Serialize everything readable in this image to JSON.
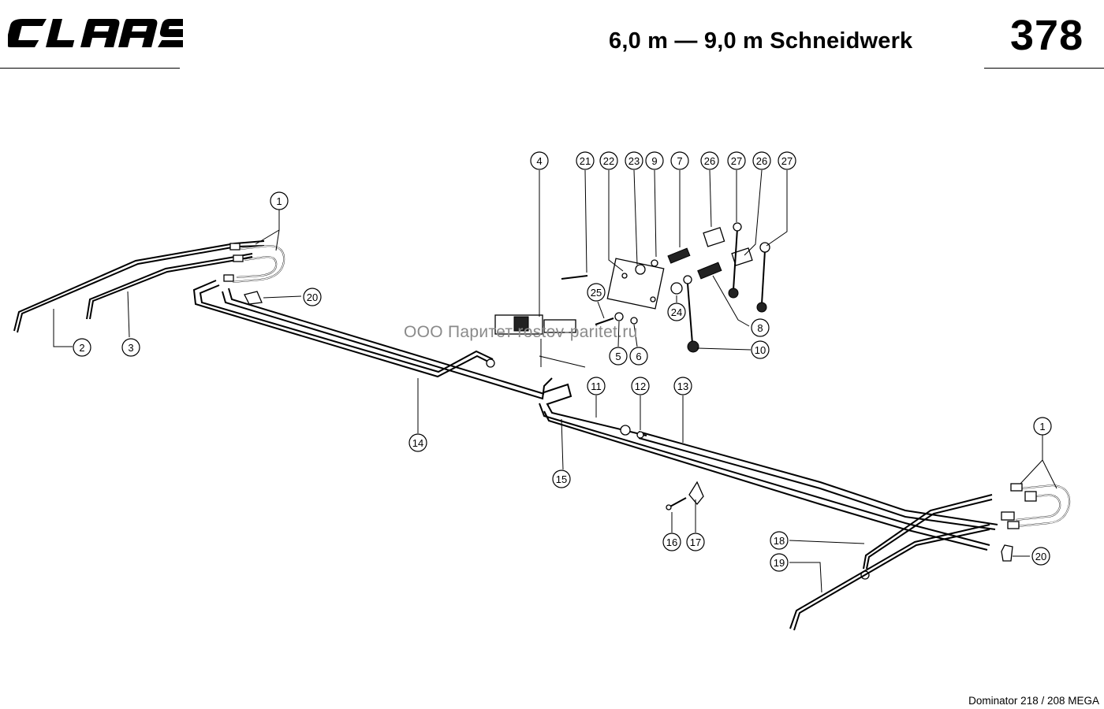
{
  "header": {
    "brand": "CLAAS",
    "title": "6,0 m — 9,0 m Schneidwerk",
    "page_number": "378"
  },
  "watermark": "ООО Паритет   rostov-paritet.ru",
  "footer": "Dominator 218 / 208 MEGA",
  "callouts": [
    {
      "label": "1"
    },
    {
      "label": "2"
    },
    {
      "label": "3"
    },
    {
      "label": "20"
    },
    {
      "label": "4"
    },
    {
      "label": "21"
    },
    {
      "label": "22"
    },
    {
      "label": "23"
    },
    {
      "label": "9"
    },
    {
      "label": "7"
    },
    {
      "label": "26"
    },
    {
      "label": "27"
    },
    {
      "label": "26"
    },
    {
      "label": "27"
    },
    {
      "label": "25"
    },
    {
      "label": "24"
    },
    {
      "label": "8"
    },
    {
      "label": "10"
    },
    {
      "label": "5"
    },
    {
      "label": "6"
    },
    {
      "label": "14"
    },
    {
      "label": "11"
    },
    {
      "label": "12"
    },
    {
      "label": "13"
    },
    {
      "label": "15"
    },
    {
      "label": "16"
    },
    {
      "label": "17"
    },
    {
      "label": "18"
    },
    {
      "label": "19"
    },
    {
      "label": "1"
    },
    {
      "label": "20"
    }
  ]
}
